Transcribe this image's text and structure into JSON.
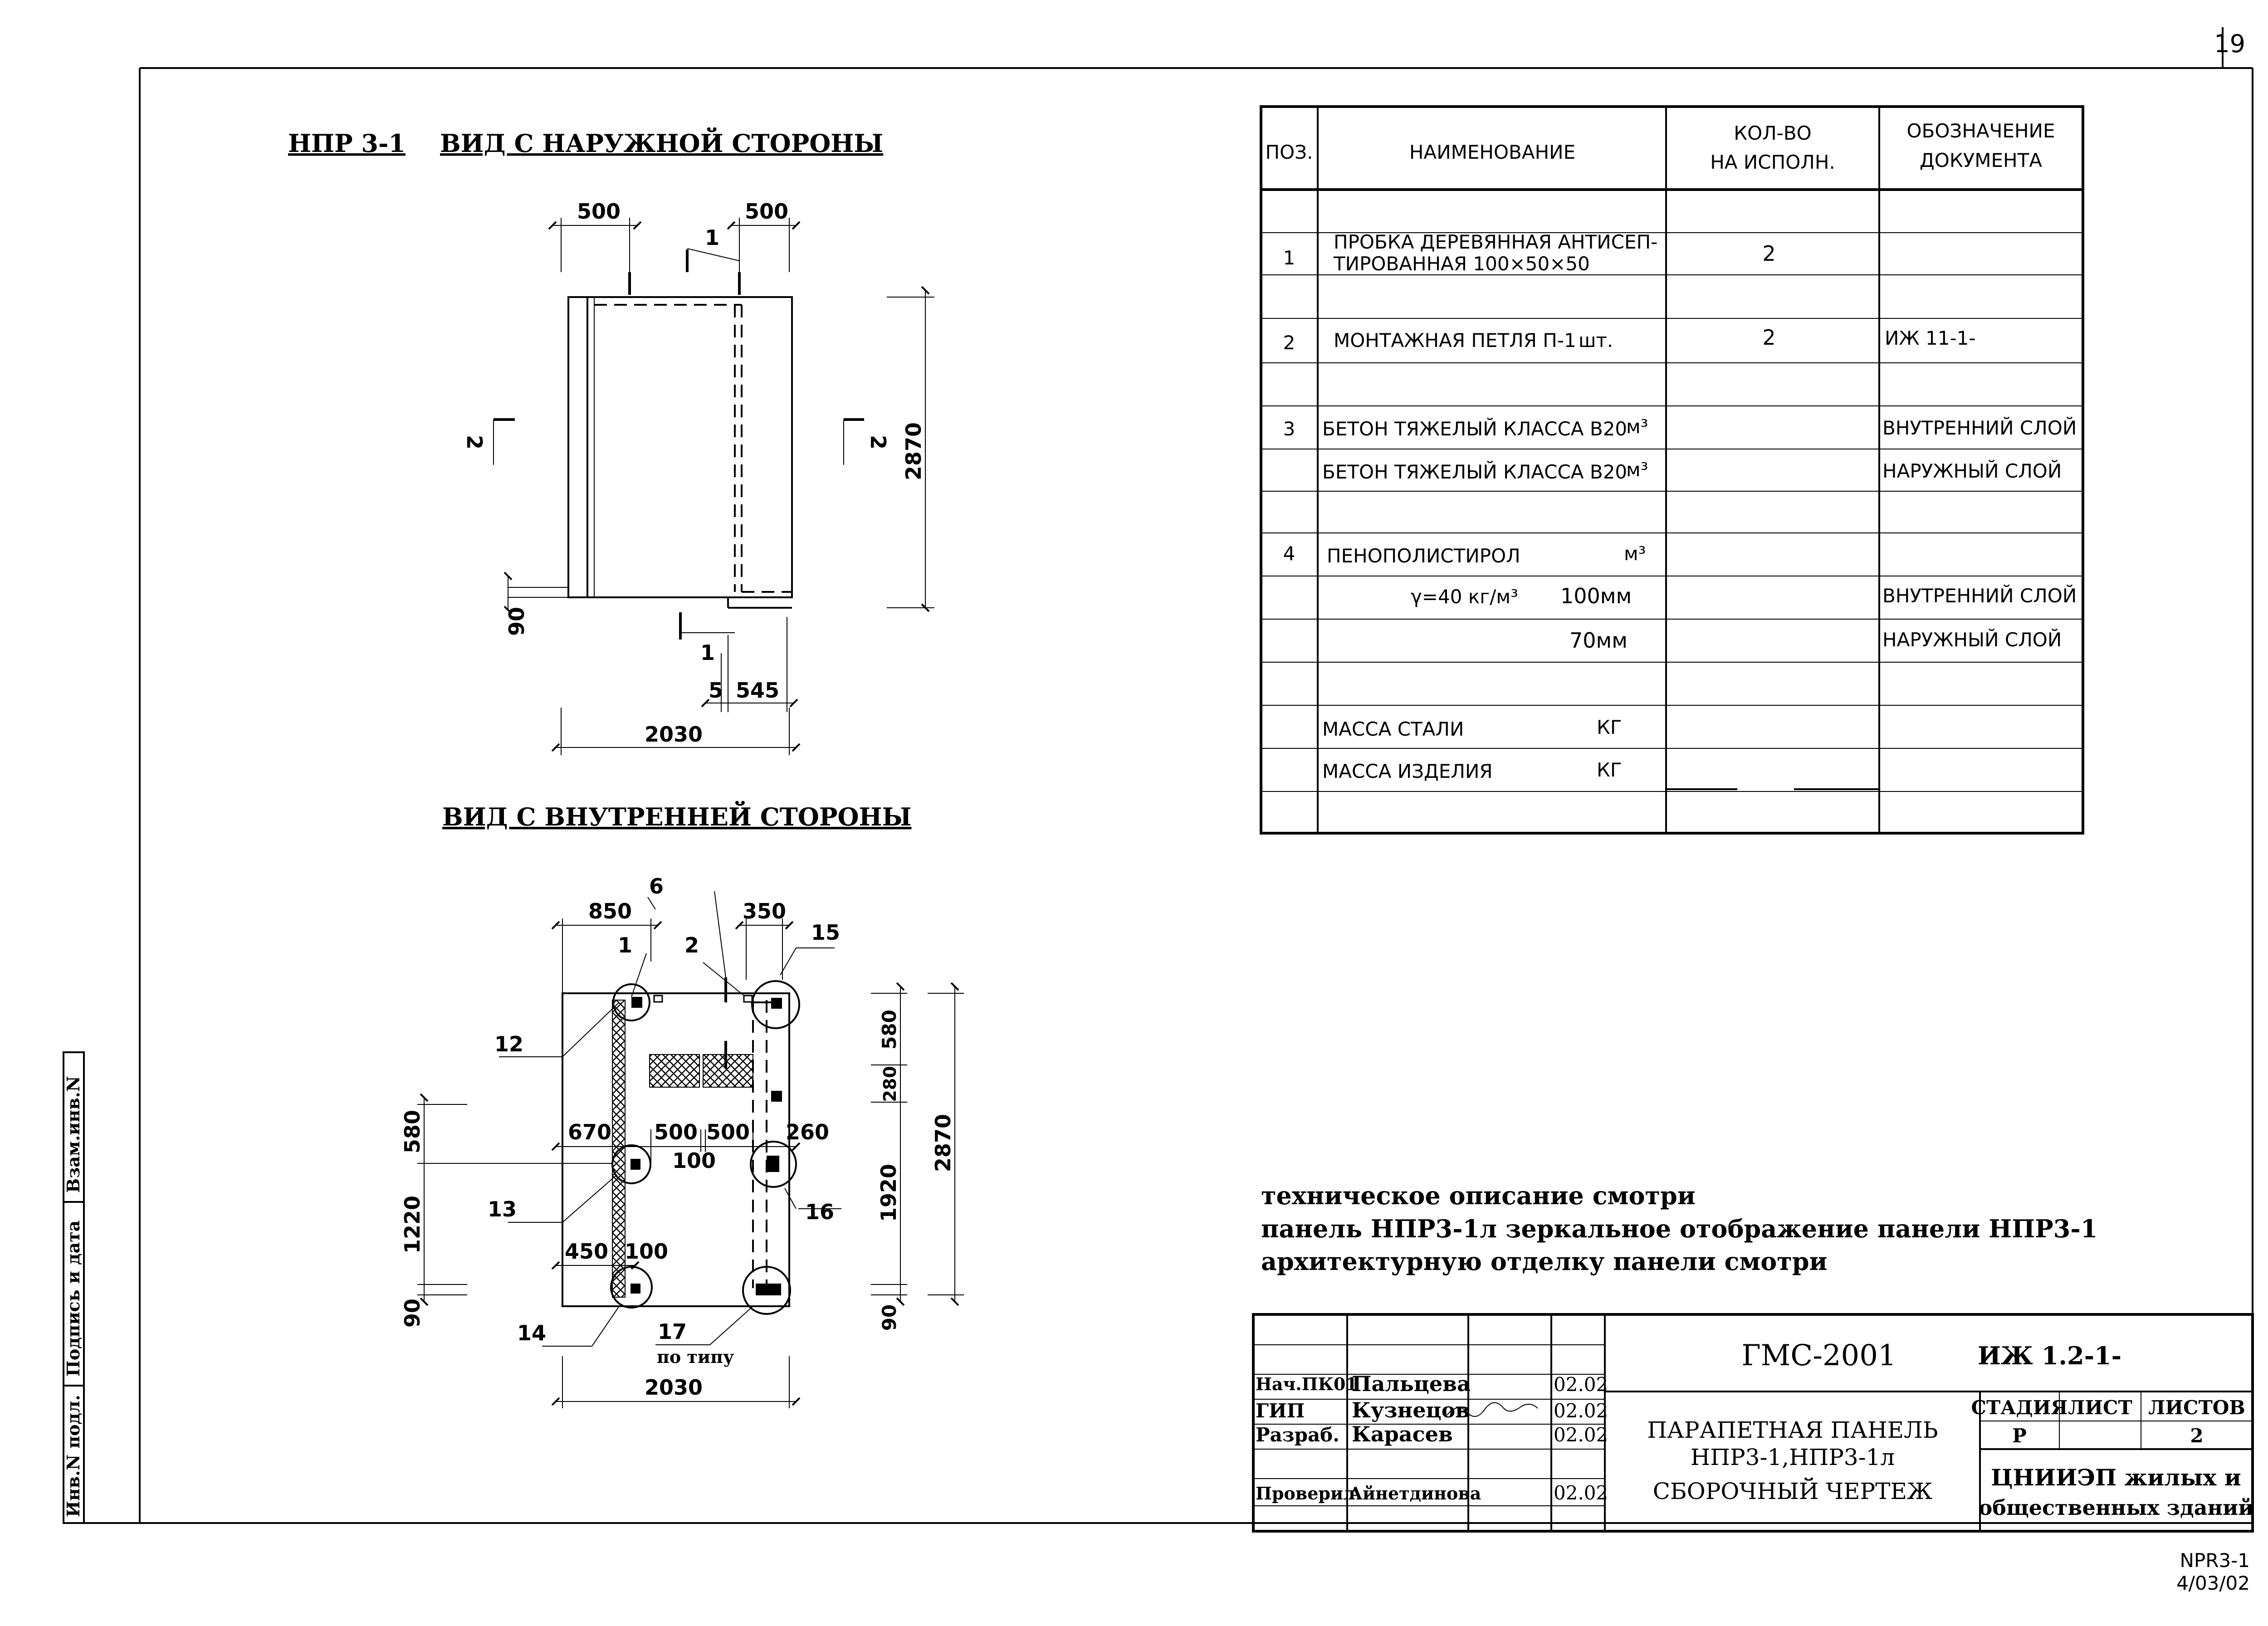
{
  "page_number": "19",
  "views": {
    "outer_title_mark": "НПР 3-1",
    "outer_title": "ВИД С НАРУЖНОЙ СТОРОНЫ",
    "inner_title": "ВИД С ВНУТРЕННЕЙ СТОРОНЫ"
  },
  "outer_dims": {
    "d500a": "500",
    "d500b": "500",
    "d2870": "2870",
    "d90": "90",
    "d5": "5",
    "d545": "545",
    "d2030": "2030",
    "sec1_top": "1",
    "sec1_bot": "1",
    "sec2_left": "2",
    "sec2_right": "2"
  },
  "inner_dims": {
    "d850": "850",
    "d350": "350",
    "d580L": "580",
    "d1220": "1220",
    "d90L": "90",
    "d670": "670",
    "d500a": "500",
    "d500b": "500",
    "d100a": "100",
    "d260": "260",
    "d450": "450",
    "d100b": "100",
    "d580R": "580",
    "d280": "280",
    "d1920": "1920",
    "d90R": "90",
    "d2870": "2870",
    "d2030": "2030"
  },
  "callouts": {
    "c1": "1",
    "c2": "2",
    "c6": "6",
    "c12": "12",
    "c13": "13",
    "c14": "14",
    "c15": "15",
    "c16": "16",
    "c17": "17",
    "po_tipu": "по типу"
  },
  "spec": {
    "headers": {
      "pos": "ПОЗ.",
      "name": "НАИМЕНОВАНИЕ",
      "qty1": "КОЛ-ВО",
      "qty2": "НА ИСПОЛН.",
      "doc1": "ОБОЗНАЧЕНИЕ",
      "doc2": "ДОКУМЕНТА"
    },
    "r1_pos": "1",
    "r1_name1": "ПРОБКА ДЕРЕВЯННАЯ АНТИСЕП-",
    "r1_name2": "ТИРОВАННАЯ 100×50×50",
    "r1_qty": "2",
    "r2_pos": "2",
    "r2_name": "МОНТАЖНАЯ ПЕТЛЯ П-1",
    "r2_unit": "шт.",
    "r2_qty": "2",
    "r2_doc": "ИЖ 11-1-",
    "r3_pos": "3",
    "r3_name": "БЕТОН ТЯЖЕЛЫЙ КЛАССА В20",
    "r3_unit": "м³",
    "r3_doc": "ВНУТРЕННИЙ СЛОЙ",
    "r3b_name": "БЕТОН ТЯЖЕЛЫЙ КЛАССА В20",
    "r3b_unit": "м³",
    "r3b_doc": "НАРУЖНЫЙ СЛОЙ",
    "r4_pos": "4",
    "r4_name": "ПЕНОПОЛИСТИРОЛ",
    "r4_unit": "м³",
    "r4b_density": "γ=40 кг/м³",
    "r4b_thick": "100мм",
    "r4b_doc": "ВНУТРЕННИЙ СЛОЙ",
    "r4c_thick": "70мм",
    "r4c_doc": "НАРУЖНЫЙ СЛОЙ",
    "steel_name": "МАССА СТАЛИ",
    "steel_unit": "КГ",
    "mass_name": "МАССА ИЗДЕЛИЯ",
    "mass_unit": "КГ"
  },
  "notes": {
    "line1": "техническое описание смотри",
    "line2": "панель НПР3-1л зеркальное отображение панели НПР3-1",
    "line3": "архитектурную отделку панели смотри"
  },
  "title_block": {
    "project": "ГМС-2001",
    "code": "ИЖ 1.2-1-",
    "name1": "ПАРАПЕТНАЯ ПАНЕЛЬ",
    "name2": "НПР3-1,НПР3-1л",
    "name3": "СБОРОЧНЫЙ ЧЕРТЕЖ",
    "stage_h": "СТАДИЯ",
    "sheet_h": "ЛИСТ",
    "sheets_h": "ЛИСТОВ",
    "stage": "Р",
    "sheets": "2",
    "org1": "ЦНИИЭП жилых и",
    "org2": "общественных зданий",
    "p1_role": "Нач.ПК01",
    "p1_name": "Пальцева",
    "p1_date": "02.02",
    "p2_role": "ГИП",
    "p2_name": "Кузнецов",
    "p2_date": "02.02",
    "p3_role": "Разраб.",
    "p3_name": "Карасев",
    "p3_date": "02.02",
    "p4_role": "Проверил",
    "p4_name": "Айнетдинова",
    "p4_date": "02.02"
  },
  "side_stamp": {
    "vzam": "Взам.инв.N",
    "podpis": "Подпись и дата",
    "inv": "Инв.N подл."
  },
  "file_ref": {
    "line1": "NPR3-1",
    "line2": "4/03/02"
  }
}
